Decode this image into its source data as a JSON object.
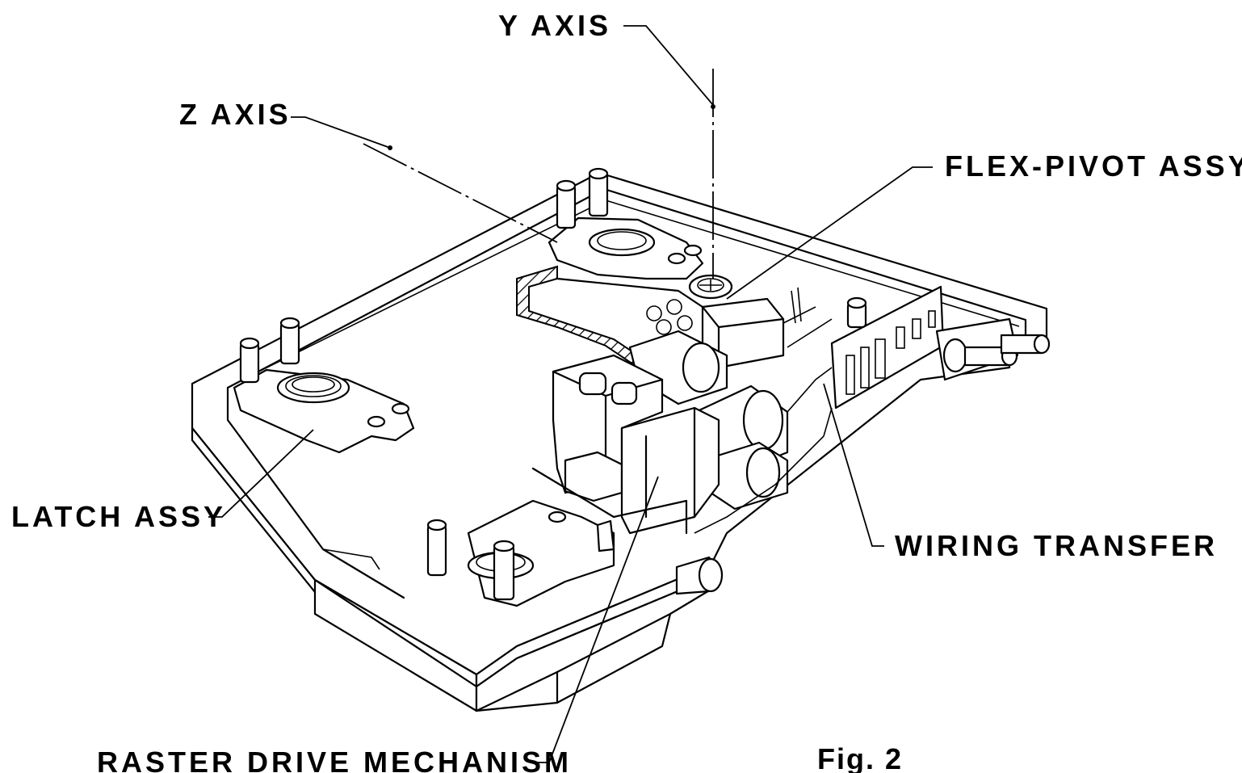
{
  "figure": {
    "caption": "Fig. 2",
    "labels": {
      "y_axis": "Y AXIS",
      "z_axis": "Z AXIS",
      "flex_pivot": "FLEX-PIVOT ASSY.",
      "latch": "LATCH ASSY",
      "wiring": "WIRING TRANSFER",
      "raster": "RASTER DRIVE MECHANISM"
    }
  },
  "colors": {
    "ink": "#000000",
    "paper": "#ffffff"
  }
}
